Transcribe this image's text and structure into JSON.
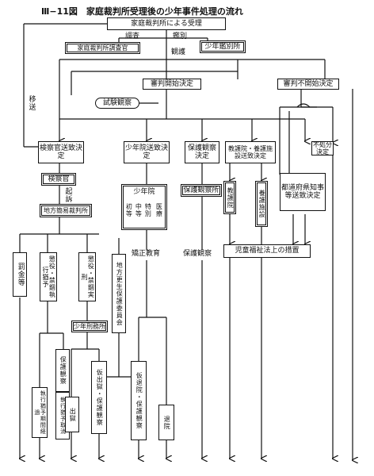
{
  "title": "Ⅲ−11図　家庭裁判所受理後の少年事件処理の流れ",
  "nodes": {
    "katei": "家庭裁判所による受理",
    "chosa": "調査",
    "kanbetsu": "鑑別",
    "chosakan": "家庭裁判所調査官",
    "kanbetsusho": "少年鑑別所",
    "kango": "観護",
    "shinpan_kaishi": "審判開始決定",
    "shinpan_fukaishi": "審判不開始決定",
    "shiken": "試験観察",
    "isou": "移送",
    "kensatsu_soti": "検察官送致決定",
    "shounenin_soti": "少年院送致決定",
    "hogo_kansatsu_kettei": "保護観察決定",
    "kyougo_kettei": "教護院・養護施設送致決定",
    "todofuken_kettei": "都道府県知事等送致決定",
    "fushobun_kettei": "不処分決定",
    "kensatsukan": "検察官",
    "kiso": "起訴",
    "saibansho": "地方簡易裁判所",
    "shounenin": "少年院",
    "shoto": "初等",
    "chuto": "中等",
    "tokubetsu": "特別",
    "iryo": "医療",
    "hogokansatsusho": "保護観察所",
    "kyougoin": "教護院",
    "yougoshisetsu": "養護施設",
    "bakkin": "罰金等",
    "shikkou_yuyo": "懲役・禁錮執行猶予",
    "jikkei": "懲役・禁錮実刑",
    "chihou_kousei": "地方更生保護委員会",
    "kyousei": "矯正教育",
    "hogokansatsu": "保護観察",
    "jidou": "児童福祉法上の措置",
    "keimusho": "少年刑務所",
    "hogokansatsu2": "保護観察",
    "karishutsugoku": "仮出獄・保護観察",
    "karitaiin": "仮退院・保護観察",
    "shikkou_keika": "執行猶予期間経過",
    "shikkou_torikeshi": "執行猶予取消",
    "shutsugoku": "出獄",
    "taiin": "退院"
  }
}
